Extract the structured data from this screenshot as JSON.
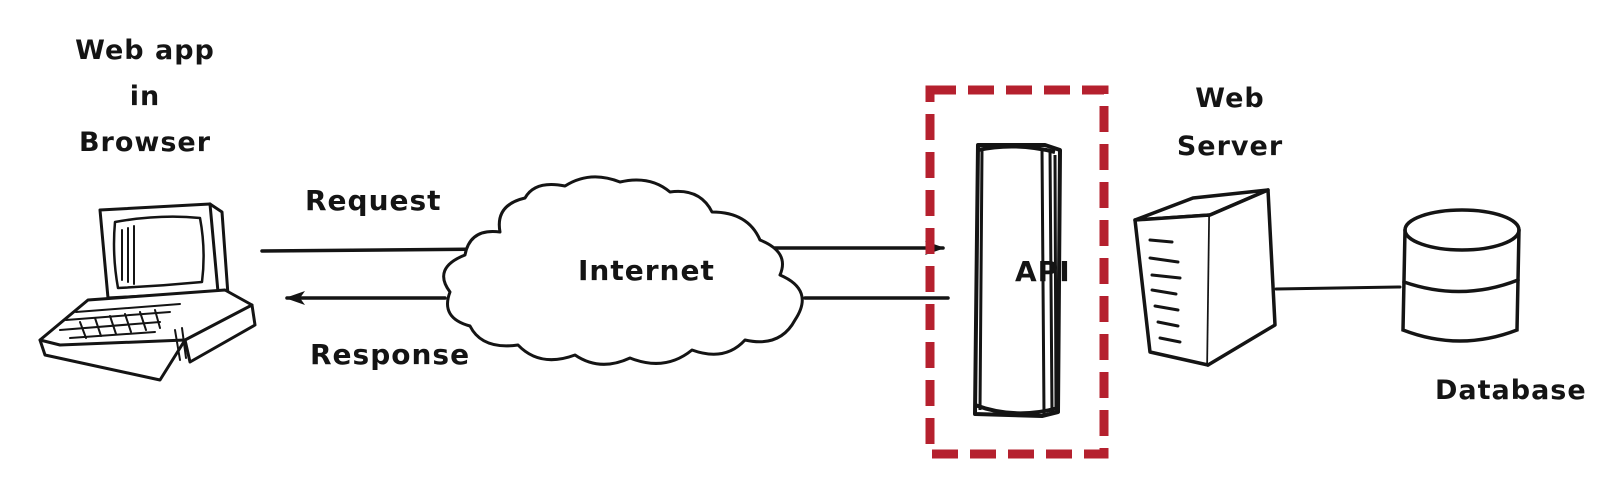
{
  "browser": {
    "label_lines": [
      "Web app",
      "in",
      "Browser"
    ]
  },
  "flows": {
    "request": "Request",
    "response": "Response"
  },
  "internet": {
    "label": "Internet"
  },
  "api": {
    "label": "API",
    "highlight_color": "#b5202e"
  },
  "web_server": {
    "label_lines": [
      "Web",
      "Server"
    ]
  },
  "database": {
    "label": "Database"
  },
  "colors": {
    "ink": "#141414",
    "highlight": "#b5202e",
    "background": "#ffffff"
  },
  "icons": [
    "desktop-computer-icon",
    "cloud-icon",
    "server-tower-icon",
    "database-cylinder-icon",
    "arrow-right-icon",
    "arrow-left-icon"
  ]
}
